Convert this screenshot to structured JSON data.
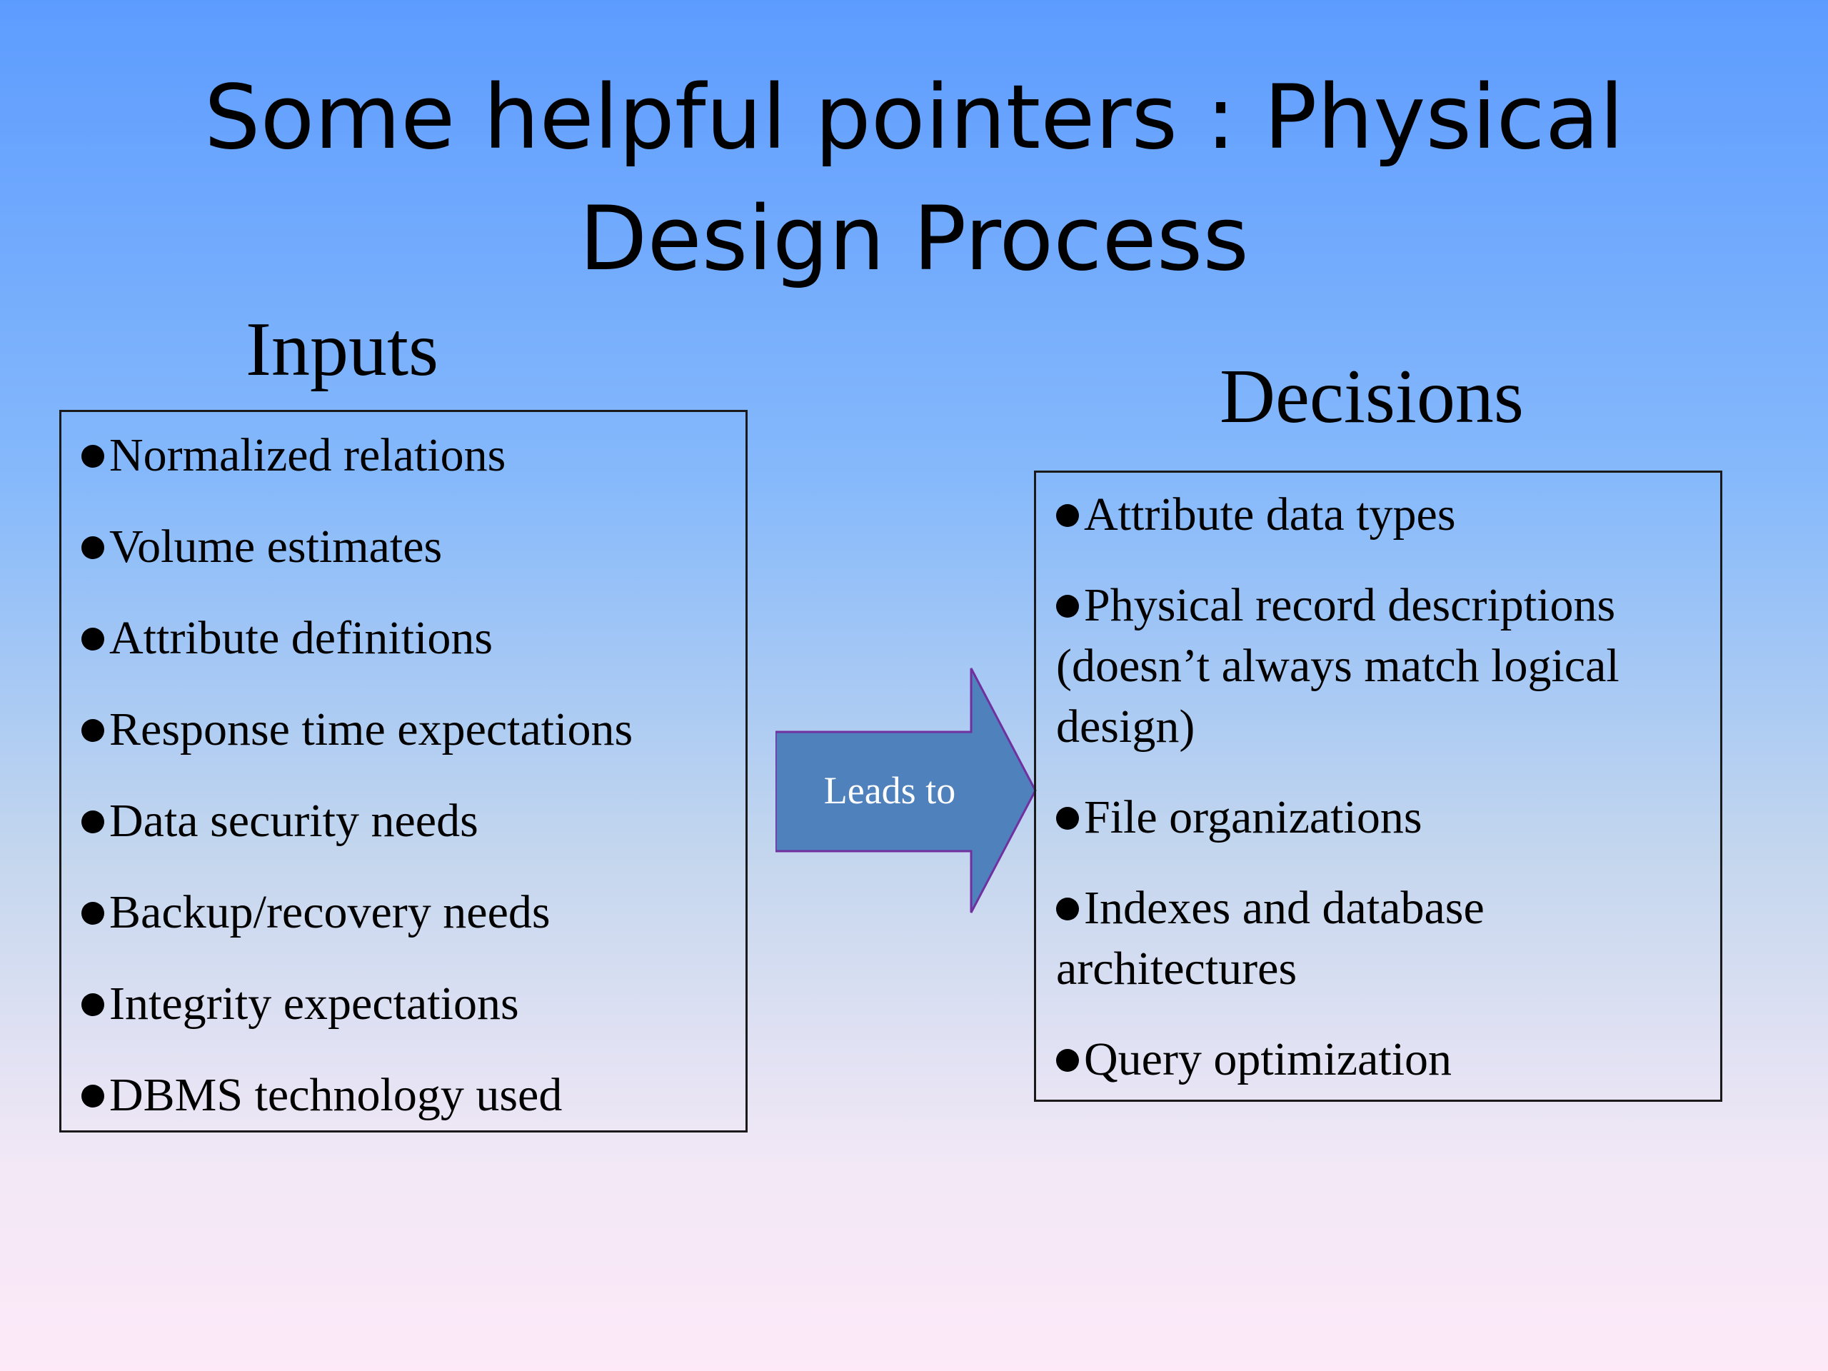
{
  "slide": {
    "title": "Some helpful pointers : Physical Design Process"
  },
  "inputs": {
    "heading": "Inputs",
    "items": [
      {
        "lines": [
          "Normalized relations"
        ]
      },
      {
        "lines": [
          "Volume estimates"
        ]
      },
      {
        "lines": [
          "Attribute definitions"
        ]
      },
      {
        "lines": [
          "Response time expectations"
        ]
      },
      {
        "lines": [
          "Data security needs"
        ]
      },
      {
        "lines": [
          "Backup/recovery needs"
        ]
      },
      {
        "lines": [
          "Integrity expectations"
        ]
      },
      {
        "lines": [
          "DBMS technology used"
        ]
      }
    ]
  },
  "arrow": {
    "label": "Leads to",
    "fill_color": "#4f81bd",
    "stroke_color": "#7030a0"
  },
  "decisions": {
    "heading": "Decisions",
    "items": [
      {
        "lines": [
          "Attribute data types"
        ]
      },
      {
        "lines": [
          "Physical record descriptions",
          "(doesn’t always match logical",
          "design)"
        ]
      },
      {
        "lines": [
          "File organizations"
        ]
      },
      {
        "lines": [
          "Indexes and database",
          "architectures"
        ]
      },
      {
        "lines": [
          "Query optimization"
        ]
      }
    ]
  }
}
